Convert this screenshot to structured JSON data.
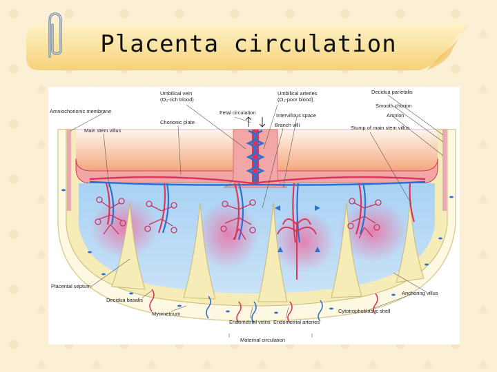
{
  "title": "Placenta circulation",
  "labels": {
    "umbilical_vein": "Umbilical vein",
    "umbilical_vein_note": "(O₂-rich blood)",
    "umbilical_arteries": "Umbilical arteries",
    "umbilical_arteries_note": "(O₂-poor blood)",
    "decidua_parietalis": "Decidua parietalis",
    "amniochorionic_membrane": "Amniochorionic membrane",
    "fetal_circulation": "Fetal circulation",
    "smooth_chorion": "Smooth chorion",
    "chorionic_plate": "Chorionic plate",
    "intervillous_space": "Intervillous space",
    "amnion": "Amnion",
    "main_stem_villus": "Main stem villus",
    "branch_villi": "Branch villi",
    "stump_main_stem_villus": "Stump of main stem villus",
    "placental_septum": "Placental septum",
    "anchoring_villus": "Anchoring villus",
    "decidua_basalis": "Decidua basalis",
    "cytotrophoblastic_shell": "Cytotrophoblastic shell",
    "myometrium": "Myometrium",
    "endometrial_veins": "Endometrial veins",
    "endometrial_arteries": "Endometrial arteries",
    "maternal_circulation": "Maternal circulation"
  },
  "colors": {
    "oxygen_rich": "#d9365a",
    "oxygen_poor": "#2f6fd0",
    "intervillous_blood": "#8fc3ee",
    "chorionic_plate": "#f2a6a6",
    "decidua": "#f6ecb8",
    "banner": "#fde6a8"
  },
  "icons": {
    "title_decoration": "paperclip-icon"
  }
}
